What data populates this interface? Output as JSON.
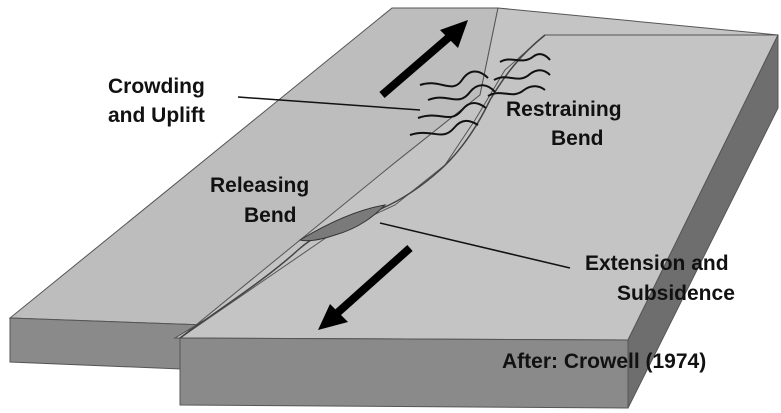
{
  "labels": {
    "crowding_line1": "Crowding",
    "crowding_line2": "and Uplift",
    "restraining_line1": "Restraining",
    "restraining_line2": "Bend",
    "releasing_line1": "Releasing",
    "releasing_line2": "Bend",
    "extension_line1": "Extension and",
    "extension_line2": "Subsidence",
    "citation": "After: Crowell (1974)"
  },
  "colors": {
    "slab_top": "#bdbdbd",
    "slab_front": "#8a8a8a",
    "slab_side": "#6e6e6e",
    "basin": "#7a7a7a",
    "ink": "#111111"
  },
  "icons": {
    "north_arrow": "arrow-up-right",
    "south_arrow": "arrow-down-left"
  }
}
